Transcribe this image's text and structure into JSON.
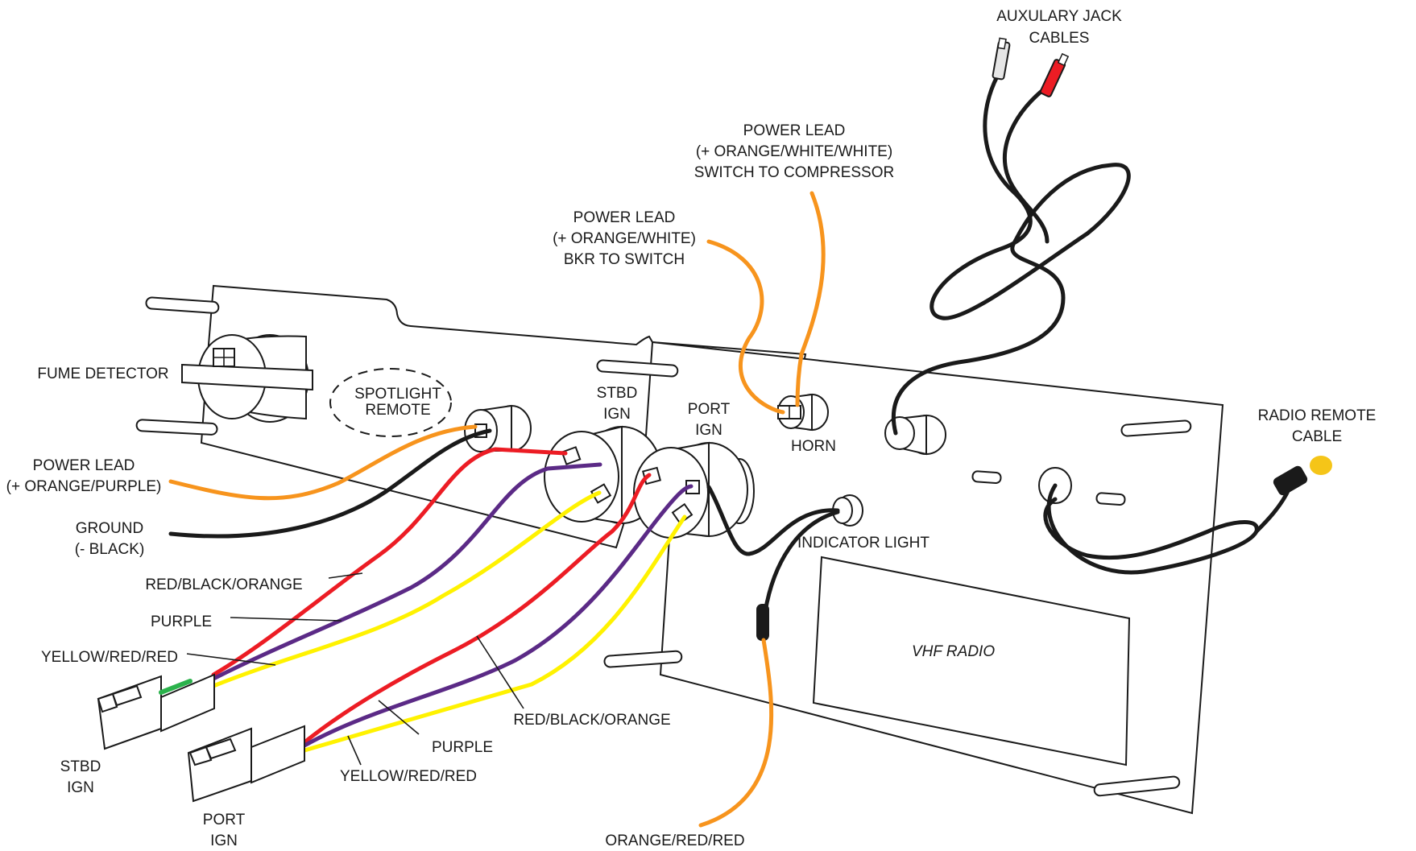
{
  "colors": {
    "red": "#ec1c24",
    "purple": "#5b2a86",
    "yellow": "#fff200",
    "orange": "#f7941d",
    "black": "#1a1a1a",
    "green": "#2bb24c",
    "connector_red": "#ec1c24",
    "connector_white": "#e6e6e6",
    "remote_tip": "#f5c518"
  },
  "labels": {
    "aux_jack_1": "AUXULARY JACK",
    "aux_jack_2": "CABLES",
    "power_compressor_1": "POWER LEAD",
    "power_compressor_2": "(+ ORANGE/WHITE/WHITE)",
    "power_compressor_3": "SWITCH TO COMPRESSOR",
    "power_switch_1": "POWER LEAD",
    "power_switch_2": "(+ ORANGE/WHITE)",
    "power_switch_3": "BKR TO SWITCH",
    "fume_detector": "FUME DETECTOR",
    "spotlight_1": "SPOTLIGHT",
    "spotlight_2": "REMOTE",
    "stbd_ign_top_1": "STBD",
    "stbd_ign_top_2": "IGN",
    "port_ign_top_1": "PORT",
    "port_ign_top_2": "IGN",
    "horn": "HORN",
    "radio_remote_1": "RADIO REMOTE",
    "radio_remote_2": "CABLE",
    "power_purple_1": "POWER LEAD",
    "power_purple_2": "(+ ORANGE/PURPLE)",
    "ground_1": "GROUND",
    "ground_2": "(- BLACK)",
    "indicator_light": "INDICATOR LIGHT",
    "red_black_orange_left": "RED/BLACK/ORANGE",
    "purple_left": "PURPLE",
    "yellow_red_red_left": "YELLOW/RED/RED",
    "vhf_radio": "VHF RADIO",
    "stbd_ign_bottom_1": "STBD",
    "stbd_ign_bottom_2": "IGN",
    "red_black_orange_right": "RED/BLACK/ORANGE",
    "purple_right": "PURPLE",
    "yellow_red_red_right": "YELLOW/RED/RED",
    "port_ign_bottom_1": "PORT",
    "port_ign_bottom_2": "IGN",
    "orange_red_red": "ORANGE/RED/RED"
  }
}
